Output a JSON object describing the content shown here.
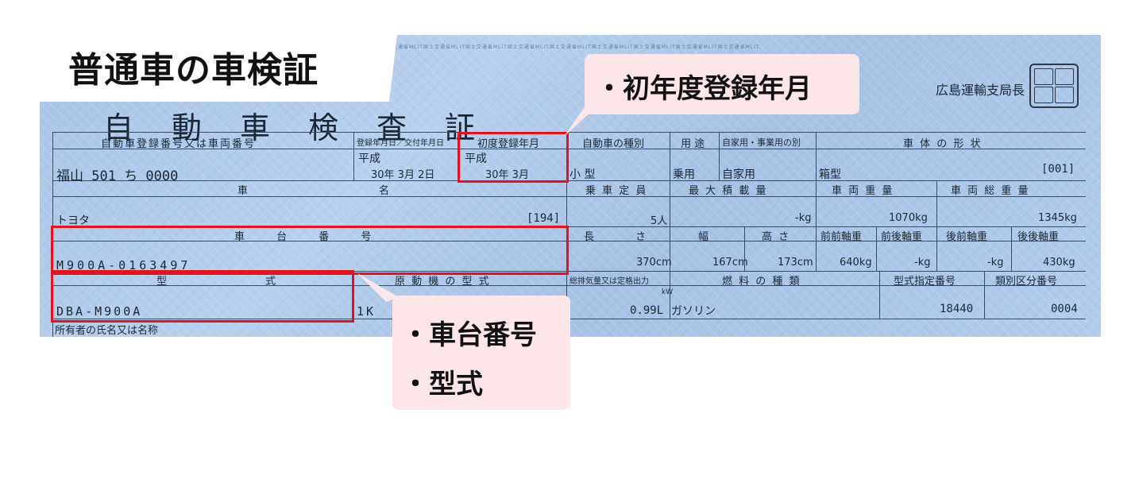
{
  "page_title": "普通車の車検証",
  "certificate": {
    "strip_text": "国土交通省MLIT国土交通省MLIT国土交通省MLIT国土交通省MLIT国土交通省MLIT国土交通省MLIT国土交通省MLIT国土交通省MLIT国土交通省MLIT",
    "title": "自動車検査証",
    "issuer": "広島運輸支局長",
    "headers": {
      "reg_no": "自動車登録番号又は車両番号",
      "reg_date": "登録年月日／交付年月日",
      "first_reg": "初度登録年月",
      "vehicle_type": "自動車の種別",
      "usage": "用 途",
      "private_business": "自家用・事業用の別",
      "body_shape": "車 体 の 形 状",
      "maker": "車",
      "name": "名",
      "capacity": "乗 車 定 員",
      "max_load": "最 大 積 載 量",
      "vehicle_weight": "車 両 重 量",
      "gross_weight": "車 両 総 重 量",
      "chassis_no": "車 台 番 号",
      "length": "長 さ",
      "width": "幅",
      "height": "高 さ",
      "ff_axle": "前前軸重",
      "fr_axle": "前後軸重",
      "rf_axle": "後前軸重",
      "rr_axle": "後後軸重",
      "model": "型 式",
      "engine_model": "原 動 機 の 型 式",
      "displacement": "総排気量又は定格出力",
      "fuel": "燃 料 の 種 類",
      "type_designation": "型式指定番号",
      "category_no": "類別区分番号",
      "owner": "所有者の氏名又は名称"
    },
    "values": {
      "reg_no": "福山  501  ち  0000",
      "reg_era": "平成",
      "reg_date": "30年  3月  2日",
      "first_reg_era": "平成",
      "first_reg_date": "30年  3月",
      "vehicle_type": "小 型",
      "usage": "乗用",
      "private_business": "自家用",
      "body_shape": "箱型",
      "body_code": "[001]",
      "maker": "トヨタ",
      "maker_code": "[194]",
      "capacity": "5人",
      "max_load": "-kg",
      "vehicle_weight": "1070kg",
      "gross_weight": "1345kg",
      "chassis_no": "M900A-0163497",
      "length": "370cm",
      "width": "167cm",
      "height": "173cm",
      "ff_axle": "640kg",
      "fr_axle": "-kg",
      "rf_axle": "-kg",
      "rr_axle": "430kg",
      "model": "DBA-M900A",
      "engine_model": "1K",
      "displacement_unit": "kW",
      "displacement": "0.99L",
      "fuel": "ガソリン",
      "type_designation": "18440",
      "category_no": "0004"
    }
  },
  "callouts": {
    "first_reg": "・初年度登録年月",
    "chassis": "・車台番号",
    "model": "・型式"
  },
  "colors": {
    "highlight_box": "#e0141e",
    "callout_bg": "#fde6ea",
    "certificate_bg": "#b0c9ea"
  }
}
